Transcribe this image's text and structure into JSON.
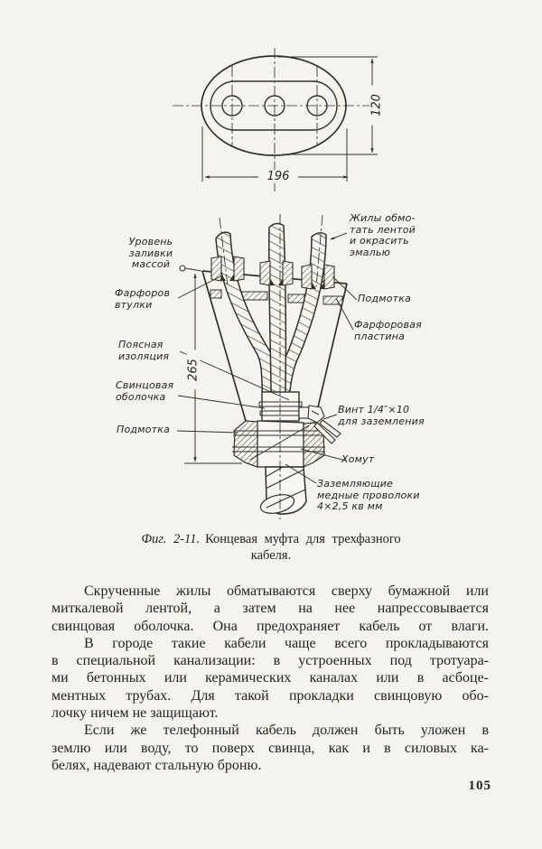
{
  "page": {
    "number": "105"
  },
  "top_view": {
    "dim_height": "120",
    "dim_width": "196"
  },
  "main_view": {
    "dim_height": "265",
    "labels": {
      "level": "Уровень\nзаливки\nмассой",
      "bushings": "Фарфоров\nвтулки",
      "belt_insulation": "Поясная\nизоляция",
      "lead_sheath": "Свинцовая\nоболочка",
      "winding_left": "Подмотка",
      "cores_note": "Жилы обмо-\nтать лентой\nи окрасить\nэмалью",
      "winding_right": "Подмотка",
      "porcelain_plate": "Фарфоровая\nпластина",
      "ground_screw": "Винт 1/4″×10\nдля заземления",
      "clamp": "Хомут",
      "ground_wires": "Заземляющие\nмедные проволоки\n4×2,5 кв мм"
    }
  },
  "caption": {
    "num": "Фиг. 2-11.",
    "line1": "Концевая муфта для трехфазного",
    "line2": "кабеля."
  },
  "body": {
    "paragraphs": [
      {
        "justify_last": true,
        "lines": [
          "Скрученные жилы обматываются сверху бумажной или",
          "миткалевой лентой, а затем на нее напрессовывается",
          "свинцовая оболочка. Она предохраняет кабель от влаги."
        ]
      },
      {
        "justify_last": false,
        "lines": [
          "В городе такие кабели чаще всего прокладываются",
          "в специальной канализации: в устроенных под тротуара-",
          "ми бетонных или керамических каналах или в асбоце-",
          "ментных трубах. Для такой прокладки свинцовую обо-",
          "лочку ничем не защищают."
        ]
      },
      {
        "justify_last": false,
        "lines": [
          "Если же телефонный кабель должен быть уложен в",
          "землю или воду, то поверх свинца, как и в силовых ка-",
          "белях, надевают стальную броню."
        ]
      }
    ]
  }
}
